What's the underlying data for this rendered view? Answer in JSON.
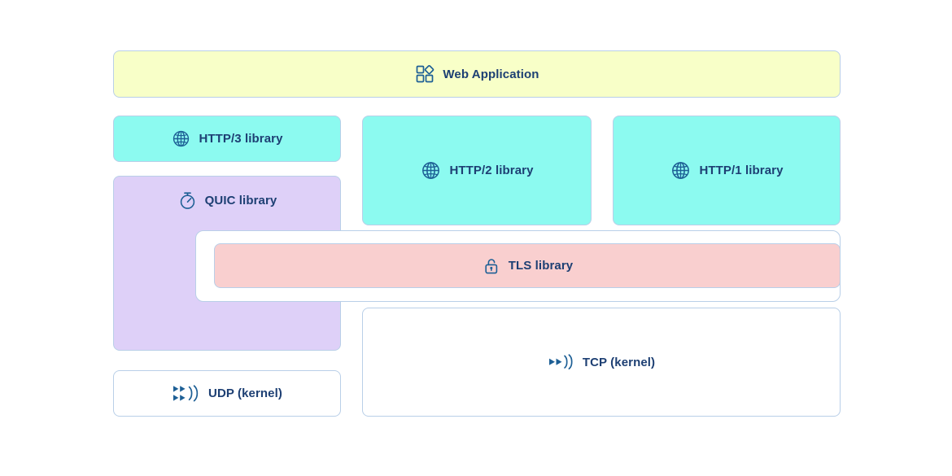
{
  "diagram": {
    "title": "HTTP protocol stack layers",
    "background_color": "#ffffff",
    "label_color": "#1d3f73",
    "border_color": "#b9cfe8",
    "nodes": [
      {
        "id": "web-application",
        "label": "Web Application",
        "icon": "apps-grid-icon",
        "fill": "#f8ffc8"
      },
      {
        "id": "http3-library",
        "label": "HTTP/3 library",
        "icon": "globe-icon",
        "fill": "#8cfaf0"
      },
      {
        "id": "quic-library",
        "label": "QUIC library",
        "icon": "stopwatch-icon",
        "fill": "#ded0f8"
      },
      {
        "id": "http2-library",
        "label": "HTTP/2 library",
        "icon": "globe-icon",
        "fill": "#8cfaf0"
      },
      {
        "id": "http1-library",
        "label": "HTTP/1 library",
        "icon": "globe-icon",
        "fill": "#8cfaf0"
      },
      {
        "id": "tls-library",
        "label": "TLS library",
        "icon": "unlocked-padlock-icon",
        "fill": "#f9cfcf"
      },
      {
        "id": "tcp-kernel",
        "label": "TCP (kernel)",
        "icon": "stream-broadcast-icon",
        "fill": "#ffffff"
      },
      {
        "id": "udp-kernel",
        "label": "UDP (kernel)",
        "icon": "datagram-broadcast-icon",
        "fill": "#ffffff"
      }
    ]
  }
}
